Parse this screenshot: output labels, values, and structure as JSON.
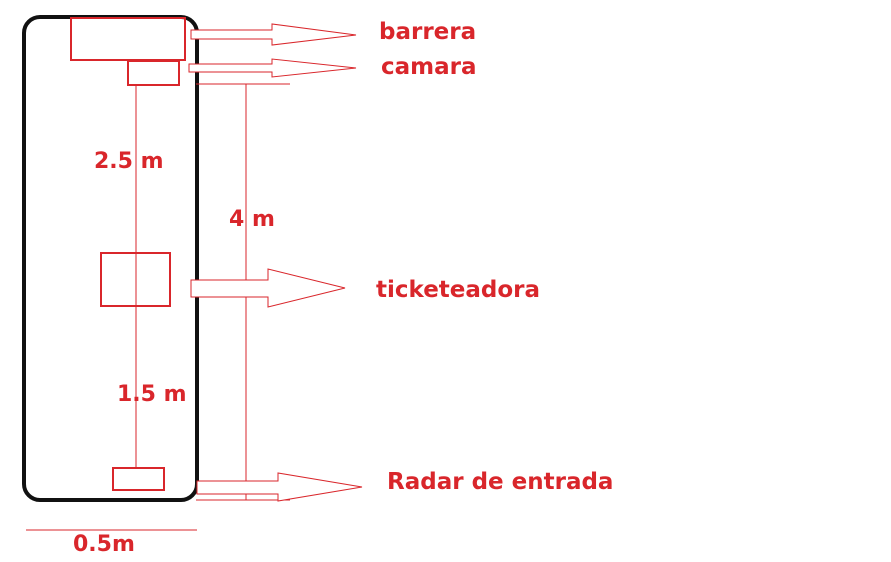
{
  "labels": {
    "barrera": "barrera",
    "camara": "camara",
    "ticketeadora": "ticketeadora",
    "radar": "Radar de entrada"
  },
  "dimensions": {
    "upper_span": "2.5 m",
    "lower_span": "1.5 m",
    "total_height": "4 m",
    "lane_width": "0.5m"
  },
  "colors": {
    "outline": "#111111",
    "drawing": "#d9262b",
    "background": "#ffffff"
  }
}
